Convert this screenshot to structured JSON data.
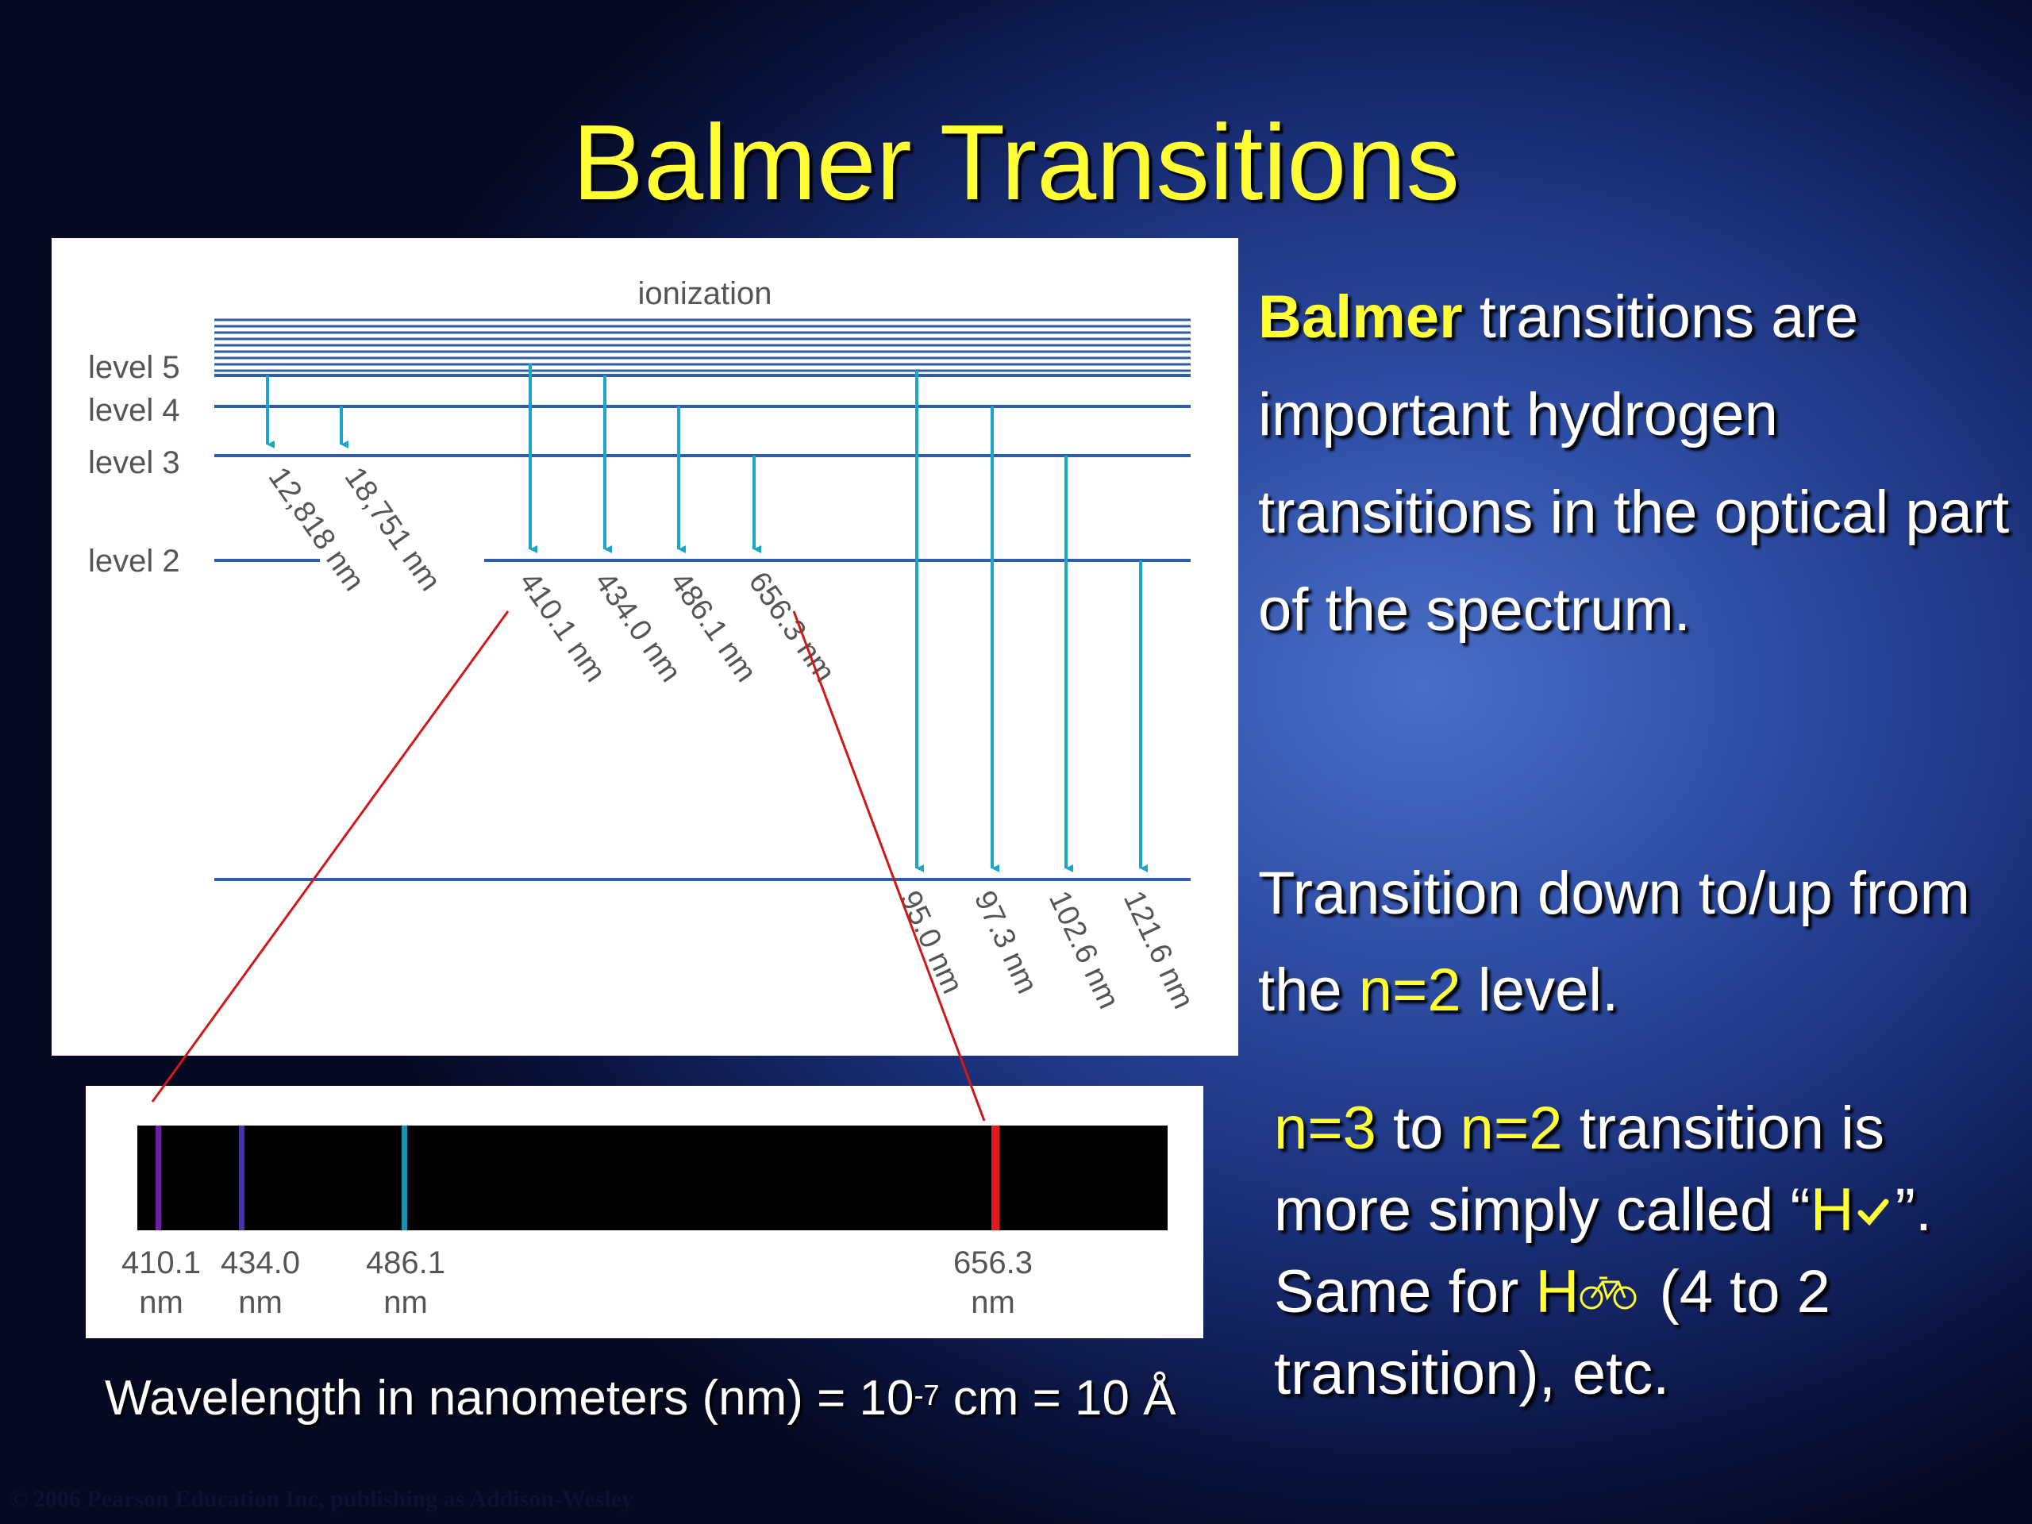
{
  "slide": {
    "title": "Balmer Transitions",
    "copyright": "© 2006 Pearson Education Inc, publishing as Addison-Wesley"
  },
  "diagram": {
    "ionization_label": "ionization",
    "level_labels": [
      "level 5",
      "level 4",
      "level 3",
      "level 2"
    ],
    "transition_labels": {
      "paschen": [
        "12,818 nm",
        "18,751 nm"
      ],
      "balmer": [
        "410.1 nm",
        "434.0 nm",
        "486.1 nm",
        "656.3 nm"
      ],
      "lyman": [
        "95.0 nm",
        "97.3 nm",
        "102.6 nm",
        "121.6 nm"
      ]
    },
    "arrow_color": "#1ba6c9",
    "level_line_color": "#2f5ea8"
  },
  "spectrum": {
    "lines": [
      {
        "wavelength": 410.1,
        "label": "410.1",
        "unit": "nm",
        "color": "#6a1fa0"
      },
      {
        "wavelength": 434.0,
        "label": "434.0",
        "unit": "nm",
        "color": "#4430b0"
      },
      {
        "wavelength": 486.1,
        "label": "486.1",
        "unit": "nm",
        "color": "#1b8fb0"
      },
      {
        "wavelength": 656.3,
        "label": "656.3",
        "unit": "nm",
        "color": "#e21a1a"
      }
    ],
    "caption_prefix": "Wavelength in nanometers (nm) = 10",
    "caption_exponent": "-7",
    "caption_suffix": " cm = 10 Å"
  },
  "text": {
    "p1_bold": "Balmer",
    "p1_rest": " transitions are important hydrogen transitions in the optical part of the spectrum.",
    "p2_a": "Transition down to/up from the ",
    "p2_hl": "n=2",
    "p2_b": " level.",
    "p3_hl1": "n=3",
    "p3_a": " to ",
    "p3_hl2": "n=2",
    "p3_b": " transition is more simply called “",
    "p3_h1": "H",
    "p3_c": "”. Same for ",
    "p3_h2": "H",
    "p3_d": " (4 to 2 transition), etc."
  },
  "colors": {
    "title": "#ffff33",
    "highlight": "#ffff33",
    "red_connector": "#d01818"
  }
}
